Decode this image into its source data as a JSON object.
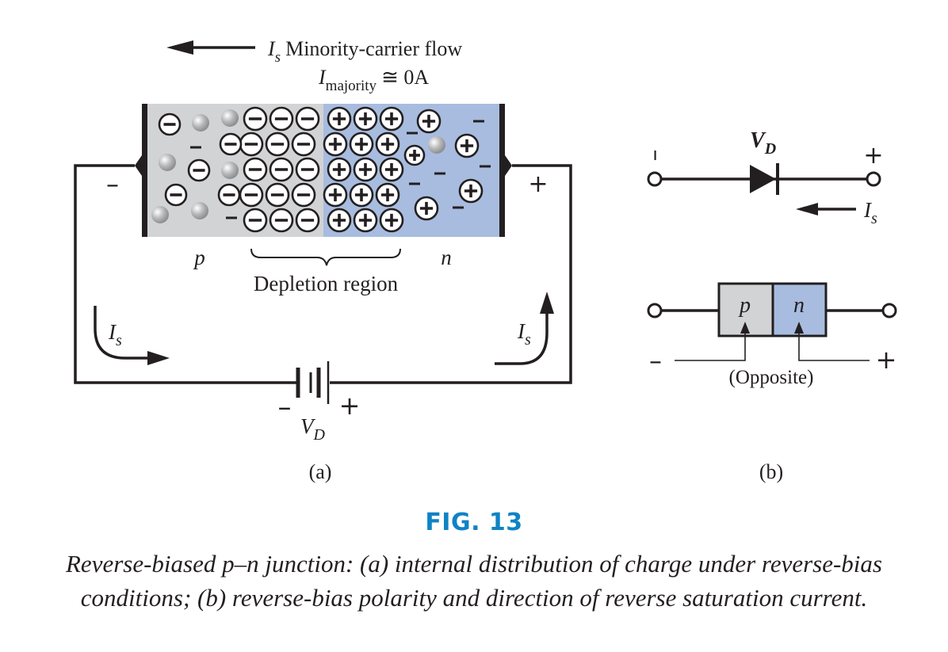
{
  "panel_a": {
    "flow_label": "Minority-carrier flow",
    "current_symbol": "I",
    "current_subscript": "s",
    "majority_symbol": "I",
    "majority_subscript": "majority",
    "majority_value": "≅ 0A",
    "p_label": "p",
    "n_label": "n",
    "depletion_label": "Depletion region",
    "left_terminal_sign": "–",
    "right_terminal_sign": "+",
    "source_minus": "–",
    "source_plus": "+",
    "source_symbol": "V",
    "source_subscript": "D",
    "panel_caption": "(a)"
  },
  "panel_b": {
    "diode_symbol": "V",
    "diode_subscript": "D",
    "diode_minus": "–",
    "diode_plus": "+",
    "current_symbol": "I",
    "current_subscript": "s",
    "p_label": "p",
    "n_label": "n",
    "block_minus": "–",
    "block_plus": "+",
    "opposite_label": "(Opposite)",
    "panel_caption": "(b)"
  },
  "figure": {
    "label": "FIG. 13",
    "caption": "Reverse-biased p–n junction: (a) internal distribution of charge under reverse-bias conditions; (b) reverse-bias polarity and direction of reverse saturation current."
  },
  "colors": {
    "p_region": "#d2d3d5",
    "n_region": "#a7bcdf",
    "ink": "#231f20",
    "fig_label": "#0f83c4"
  }
}
